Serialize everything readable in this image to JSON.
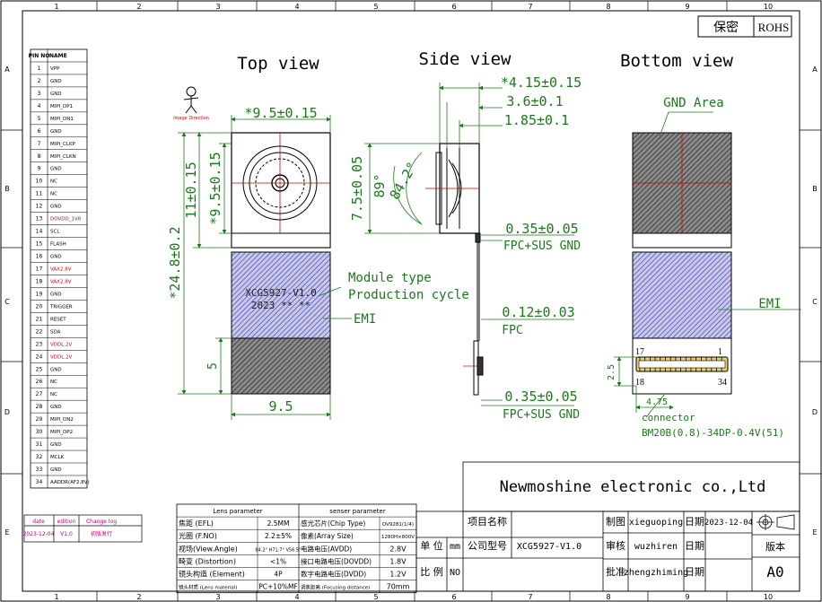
{
  "border": {
    "cols": [
      "1",
      "2",
      "3",
      "4",
      "5",
      "6",
      "7",
      "8",
      "9",
      "10"
    ],
    "rows": [
      "A",
      "B",
      "C",
      "D",
      "E"
    ]
  },
  "header_tags": {
    "secret": "保密",
    "rohs": "ROHS"
  },
  "pins": {
    "header_no": "PIN NO",
    "header_name": "NAME",
    "rows": [
      {
        "no": "1",
        "name": "VPP",
        "color": "black"
      },
      {
        "no": "2",
        "name": "GND",
        "color": "black"
      },
      {
        "no": "3",
        "name": "GND",
        "color": "black"
      },
      {
        "no": "4",
        "name": "MIPI_DP1",
        "color": "black"
      },
      {
        "no": "5",
        "name": "MIPI_DN1",
        "color": "black"
      },
      {
        "no": "6",
        "name": "GND",
        "color": "black"
      },
      {
        "no": "7",
        "name": "MIPI_CLKP",
        "color": "black"
      },
      {
        "no": "8",
        "name": "MIPI_CLKN",
        "color": "black"
      },
      {
        "no": "9",
        "name": "GND",
        "color": "black"
      },
      {
        "no": "10",
        "name": "NC",
        "color": "black"
      },
      {
        "no": "11",
        "name": "NC",
        "color": "black"
      },
      {
        "no": "12",
        "name": "GND",
        "color": "black"
      },
      {
        "no": "13",
        "name": "DOVDD_1V8",
        "color": "red"
      },
      {
        "no": "14",
        "name": "SCL",
        "color": "black"
      },
      {
        "no": "15",
        "name": "FLASH",
        "color": "black"
      },
      {
        "no": "16",
        "name": "GND",
        "color": "black"
      },
      {
        "no": "17",
        "name": "VAX2.8V",
        "color": "red"
      },
      {
        "no": "18",
        "name": "VAX2.8V",
        "color": "red"
      },
      {
        "no": "19",
        "name": "GND",
        "color": "black"
      },
      {
        "no": "20",
        "name": "TRIGGER",
        "color": "black"
      },
      {
        "no": "21",
        "name": "RESET",
        "color": "black"
      },
      {
        "no": "22",
        "name": "SDA",
        "color": "black"
      },
      {
        "no": "23",
        "name": "VDDL.2V",
        "color": "red"
      },
      {
        "no": "24",
        "name": "VDDL.2V",
        "color": "red"
      },
      {
        "no": "25",
        "name": "GND",
        "color": "black"
      },
      {
        "no": "26",
        "name": "NC",
        "color": "black"
      },
      {
        "no": "27",
        "name": "NC",
        "color": "black"
      },
      {
        "no": "28",
        "name": "GND",
        "color": "black"
      },
      {
        "no": "29",
        "name": "MIPI_DN2",
        "color": "black"
      },
      {
        "no": "30",
        "name": "MIPI_DP2",
        "color": "black"
      },
      {
        "no": "31",
        "name": "GND",
        "color": "black"
      },
      {
        "no": "32",
        "name": "MCLK",
        "color": "black"
      },
      {
        "no": "33",
        "name": "GND",
        "color": "black"
      },
      {
        "no": "34",
        "name": "AADDR(AF2.8V)",
        "color": "black"
      }
    ]
  },
  "views": {
    "top": "Top view",
    "side": "Side view",
    "bottom": "Bottom view"
  },
  "orientation_label": "Image Direction",
  "top_view": {
    "dim_width": "*9.5±0.15",
    "dim_lens_height_a": "11±0.15",
    "dim_lens_height_b": "*9.5±0.15",
    "dim_total": "*24.8±0.2",
    "dim_connector": "5",
    "dim_bottom_width": "9.5",
    "module_type": "XCG5927-V1.0",
    "production_cycle": "2023 ** **",
    "label_module_type": "Module type",
    "label_production_cycle": "Production cycle",
    "label_emi": "EMI"
  },
  "side_view": {
    "dim_total": "*4.15±0.15",
    "dim_mid": "3.6±0.1",
    "dim_lens": "1.85±0.1",
    "dim_height": "7.5±0.05",
    "angle_a": "89°",
    "angle_b": "84.2°",
    "dim_fpc_sus_1": "0.35±0.05",
    "label_fpc_sus_1": "FPC+SUS GND",
    "dim_fpc": "0.12±0.03",
    "label_fpc": "FPC",
    "dim_fpc_sus_2": "0.35±0.05",
    "label_fpc_sus_2": "FPC+SUS GND"
  },
  "bottom_view": {
    "label_gnd_area": "GND Area",
    "label_emi": "EMI",
    "pin_17": "17",
    "pin_1": "1",
    "pin_18": "18",
    "pin_34": "34",
    "dim_h": "2.5",
    "dim_w": "4.75",
    "label_connector": "connector",
    "connector_part": "BM20B(0.8)-34DP-0.4V(51)"
  },
  "change_log": {
    "headers": [
      "date",
      "edition",
      "Change log"
    ],
    "row": [
      "2023-12-04",
      "V1.0",
      "初版发行"
    ]
  },
  "lens_param": {
    "title": "Lens parameter",
    "rows": [
      {
        "label": "焦距 (EFL)",
        "value": "2.5MM"
      },
      {
        "label": "光圈 (F.NO)",
        "value": "2.2±5%"
      },
      {
        "label": "视场(View.Angle)",
        "value": "84.2° H71.7° V56.5°"
      },
      {
        "label": "畸变 (Distortion)",
        "value": "<1%"
      },
      {
        "label": "镜头构造 (Element)",
        "value": "4P"
      },
      {
        "label": "镜头材质 (Lens material)",
        "value": "PC+10%MF"
      }
    ]
  },
  "sensor_param": {
    "title": "senser parameter",
    "rows": [
      {
        "label": "感光芯片(Chip Type)",
        "value": "OV9281(1/4)"
      },
      {
        "label": "像素(Array Size)",
        "value": "1280H×800V"
      },
      {
        "label": "电路电压(AVDD)",
        "value": "2.8V"
      },
      {
        "label": "接口电路电压(DOVDD)",
        "value": "1.8V"
      },
      {
        "label": "数字电路电压(DVDD)",
        "value": "1.2V"
      },
      {
        "label": "调焦距离 (Focusing distance)",
        "value": "70mm"
      }
    ]
  },
  "title_block": {
    "company": "Newmoshine  electronic co.,Ltd",
    "project_name_label": "项目名称",
    "part_no_label": "公司型号",
    "part_no": "XCG5927-V1.0",
    "unit_label": "单 位",
    "unit_value": "mm",
    "scale_label": "比 例",
    "scale_value": "NO",
    "drawn_label": "制图",
    "drawn_by": "xieguoping",
    "check_label": "审核",
    "checked_by": "wuzhiren",
    "approve_label": "批准",
    "approved_by": "zhengzhiming",
    "date_label": "日期",
    "date_value": "2023-12-04",
    "date_label_2": "日期",
    "date_label_3": "日期",
    "version_label": "版本",
    "version_value": "A0"
  }
}
